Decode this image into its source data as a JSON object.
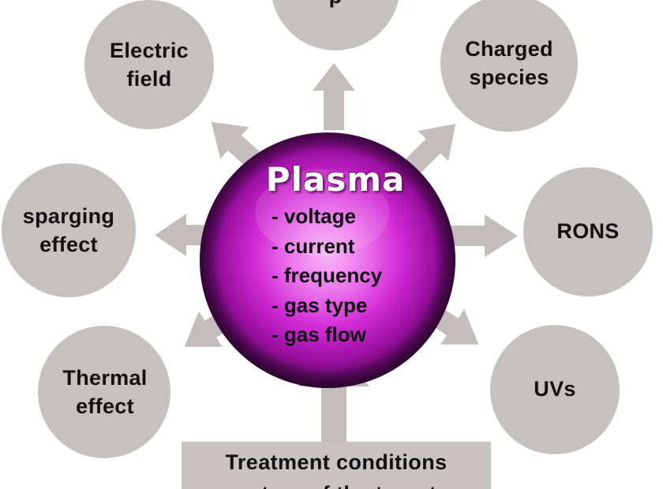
{
  "center": {
    "title": "Plasma",
    "parameters": [
      "- voltage",
      "- current",
      "- frequency",
      "- gas type",
      "- gas flow"
    ]
  },
  "nodes": {
    "top": "p",
    "electric_field": "Electric\nfield",
    "charged_species": "Charged\nspecies",
    "sparging_effect": "sparging\neffect",
    "rons": "RONS",
    "thermal_effect": "Thermal\neffect",
    "uvs": "UVs"
  },
  "bottom_box": {
    "line1": "Treatment conditions",
    "line2": "nature of the target"
  },
  "colors": {
    "circle_fill": "#c5c1bf",
    "arrow_fill": "#c3bebc",
    "plasma_center": "#f08ef0",
    "plasma_mid": "#c21fc6",
    "plasma_edge": "#4a0a4f"
  }
}
